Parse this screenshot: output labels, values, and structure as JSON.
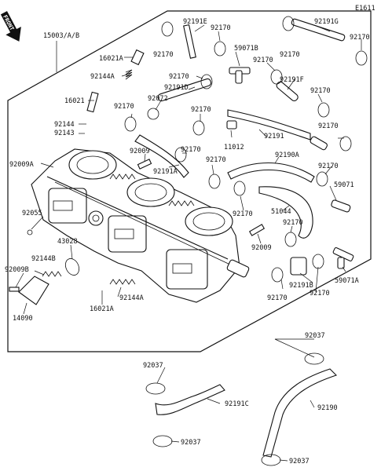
{
  "page_id": "E1611",
  "front_label": "FRONT",
  "assembly_ref": "15003/A/B",
  "labels": {
    "l_92191E": "92191E",
    "l_92170_a": "92170",
    "l_92170_b": "92170",
    "l_92170_c": "92170",
    "l_92170_d": "92170",
    "l_92170_e": "92170",
    "l_92170_f": "92170",
    "l_92170_g": "92170",
    "l_92170_h": "92170",
    "l_92170_i": "92170",
    "l_92170_j": "92170",
    "l_92170_k": "92170",
    "l_92170_l": "92170",
    "l_92170_m": "92170",
    "l_92170_n": "92170",
    "l_92170_o": "92170",
    "l_92170_p": "92170",
    "l_92191G": "92191G",
    "l_59071B": "59071B",
    "l_16021A_top": "16021A",
    "l_92144A_top": "92144A",
    "l_92191D": "92191D",
    "l_92191F": "92191F",
    "l_92072": "92072",
    "l_16021": "16021",
    "l_92144": "92144",
    "l_92143": "92143",
    "l_92009": "92009",
    "l_92009A": "92009A",
    "l_92191A": "92191A",
    "l_11012": "11012",
    "l_92191": "92191",
    "l_92190A": "92190A",
    "l_59071": "59071",
    "l_51044": "51044",
    "l_92055": "92055",
    "l_43028": "43028",
    "l_92009_b": "92009",
    "l_92144B": "92144B",
    "l_92009B": "92009B",
    "l_14090": "14090",
    "l_92144A_bot": "92144A",
    "l_16021A_bot": "16021A",
    "l_92191B": "92191B",
    "l_59071A": "59071A",
    "l_92037_a": "92037",
    "l_92037_b": "92037",
    "l_92037_c": "92037",
    "l_92037_d": "92037",
    "l_92191C": "92191C",
    "l_92190": "92190"
  }
}
